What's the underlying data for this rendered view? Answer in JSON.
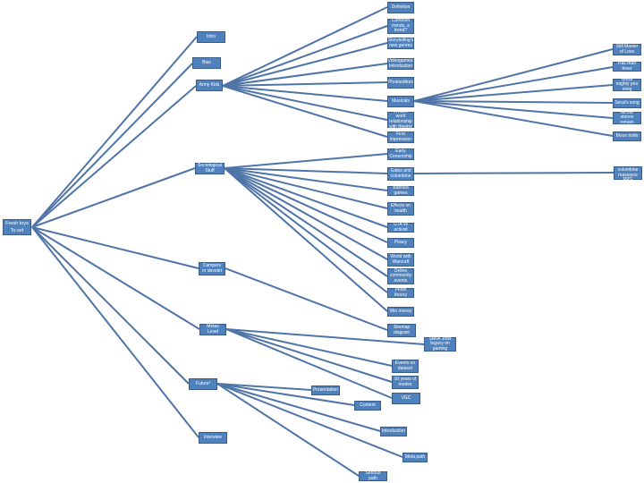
{
  "root": "Fresh toys\nTo set",
  "nodes": {
    "intro": "Intro",
    "bias": "Bias",
    "army_kids": "Army Kids",
    "sociological": "Sociological Stuff",
    "campers": "Campers or devolet",
    "metas": "Metas Level",
    "future": "Future!",
    "interview": "Interview",
    "definition": "Definition",
    "common_trends": "Common trends, a trend?",
    "storytelling": "Storytelling's new genres",
    "videogames_intro": "Videogames: Introduction",
    "photoeditors": "Photoeditors",
    "musicals": "Musicals",
    "written_words": "Written word relationship with theatre",
    "first_impression": "First impression",
    "early_censorship": "Early Censorship",
    "gates_columbine": "Gates and columbine",
    "banned_games": "Banned games",
    "effects_health": "Effects on health",
    "gta_activist": "GTA vs activist",
    "piracy": "Piracy",
    "world_of_warcraft": "World with Warcraft",
    "online_community": "Online community events",
    "perlin_theory": "Perlin theory",
    "win_money": "Win money",
    "sitemap": "Sitemap diagram",
    "steve_jobs": "Steve Jobs legacy on gaming",
    "events_on_dataset": "Events on dataset",
    "ten_years": "10 years of modes",
    "vgc": "VGC",
    "presentation": "Presentation",
    "content": "Content",
    "introduction": "Introduction",
    "meta_path": "Meta path",
    "serious_path": "Serious path",
    "still_master": "Still Master of Love",
    "pac_man_fever": "Pac-man fever",
    "great_mighty": "Great mighty poo song",
    "serai_song": "Serai's song",
    "all_the_stones": "All the stones remain",
    "moon_trollo": "Moon trollo",
    "super_columbine": "Super columbine massacre RPG"
  }
}
